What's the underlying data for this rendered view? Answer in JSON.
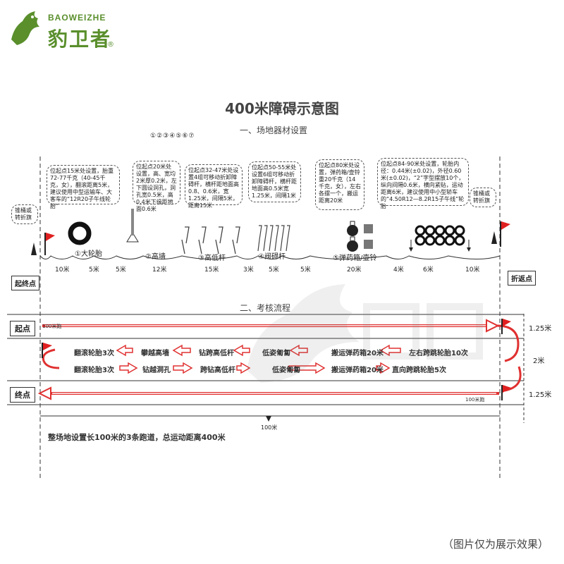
{
  "brand": {
    "name_en": "BAOWEIZHE",
    "name_cn": "豹卫者",
    "reg_mark": "®"
  },
  "title": "400米障碍示意图",
  "section1": {
    "title": "一、场地器材设置",
    "numbering": "①②③④⑤⑥⑦"
  },
  "callouts": [
    "位起点15米处设置，胎重72-77千克（40-45千克，女），翻滚距离5米，建议使用中型运输车、大客车的“12R20子午线轮胎”",
    "位起点20米处设置，高、宽均2米厚0.2米，左下圆设洞孔，洞孔宽0.5米，高0.4米下缘距地面0.6米",
    "位起点32-47米处设置4组可移动折卸障碍杆，横杆距地面高0.8、0.6米，宽1.25米，间隔5米，距离15米",
    "位起点50-55米处设置6组可移动折卸障碍杆，横杆距地面高0.5米宽1.25米，间隔1米",
    "位起点80米处设置，弹药箱/壶铃重20千克（14千克，女），左右各摆一个，搬运距离20米",
    "位起点84-90米处设置，轮胎内径：0.44米(±0.02)，外径0.60米(±0.02)，“2”字型摆放10个，纵向间隔0.6米，横向紧贴，运动距离6米，建议使用中小型轿车的“4.50R12—8.2R15子午线”轮胎"
  ],
  "side_callouts": {
    "left": "锥桶或\n转折旗",
    "right": "锥桶或\n转折旗"
  },
  "stations": [
    "①大轮胎",
    "②高墙",
    "③高低杆",
    "④阀碍杆",
    "⑤弹药箱/壶铃"
  ],
  "distances": [
    "10米",
    "5米",
    "5米",
    "12米",
    "15米",
    "3米",
    "5米",
    "5米",
    "20米",
    "4米",
    "6米",
    "10米"
  ],
  "endpoints": {
    "start_end": "起终点",
    "turnaround": "折返点"
  },
  "section2": {
    "title": "二、考核流程"
  },
  "lanes": {
    "start": "起点",
    "end": "终点",
    "run_top": "100米跑",
    "run_bottom": "100米跑",
    "row2_top": [
      "翻滚轮胎3次",
      "攀越高墙",
      "钻跨高低杆",
      "低姿匍匐",
      "搬运弹药箱20米",
      "左右跨跳轮胎10次"
    ],
    "row2_bottom": [
      "翻滚轮胎3次",
      "钻越洞孔",
      "跨钻高低杆",
      "低姿匍匐",
      "搬运弹药箱20米",
      "直向跨跳轮胎5次"
    ]
  },
  "widths": [
    "1.25米",
    "2米",
    "1.25米"
  ],
  "total_length": "100米",
  "summary": "整场地设置长100米的3条跑道，总运动距离400米",
  "disclaimer": "（图片仅为展示效果）",
  "colors": {
    "brand_green": "#5a8f2c",
    "flag_red": "#e02020",
    "arrow_red": "#e03030"
  }
}
